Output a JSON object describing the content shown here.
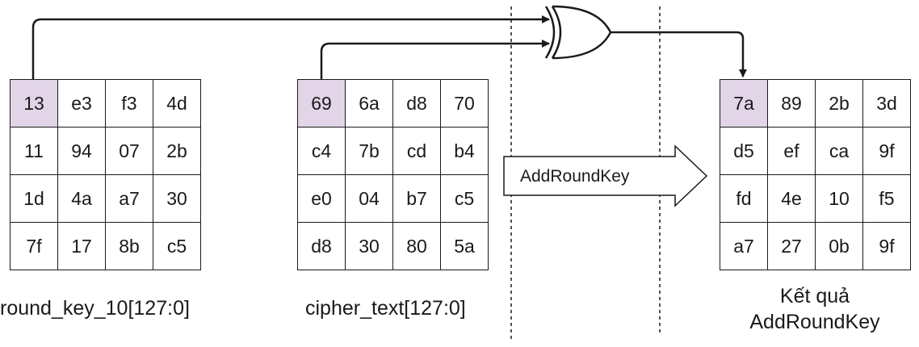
{
  "matrices": {
    "round_key": {
      "caption": "round_key_10[127:0]",
      "rows": [
        [
          "13",
          "e3",
          "f3",
          "4d"
        ],
        [
          "11",
          "94",
          "07",
          "2b"
        ],
        [
          "1d",
          "4a",
          "a7",
          "30"
        ],
        [
          "7f",
          "17",
          "8b",
          "c5"
        ]
      ]
    },
    "cipher_text": {
      "caption": "cipher_text[127:0]",
      "rows": [
        [
          "69",
          "6a",
          "d8",
          "70"
        ],
        [
          "c4",
          "7b",
          "cd",
          "b4"
        ],
        [
          "e0",
          "04",
          "b7",
          "c5"
        ],
        [
          "d8",
          "30",
          "80",
          "5a"
        ]
      ]
    },
    "result": {
      "caption_line1": "Kết quả",
      "caption_line2": "AddRoundKey",
      "rows": [
        [
          "7a",
          "89",
          "2b",
          "3d"
        ],
        [
          "d5",
          "ef",
          "ca",
          "9f"
        ],
        [
          "fd",
          "4e",
          "10",
          "f5"
        ],
        [
          "a7",
          "27",
          "0b",
          "9f"
        ]
      ]
    }
  },
  "operation": {
    "label": "AddRoundKey"
  },
  "colors": {
    "highlight": "#e1d5e7",
    "stroke": "#1a1a1a"
  }
}
